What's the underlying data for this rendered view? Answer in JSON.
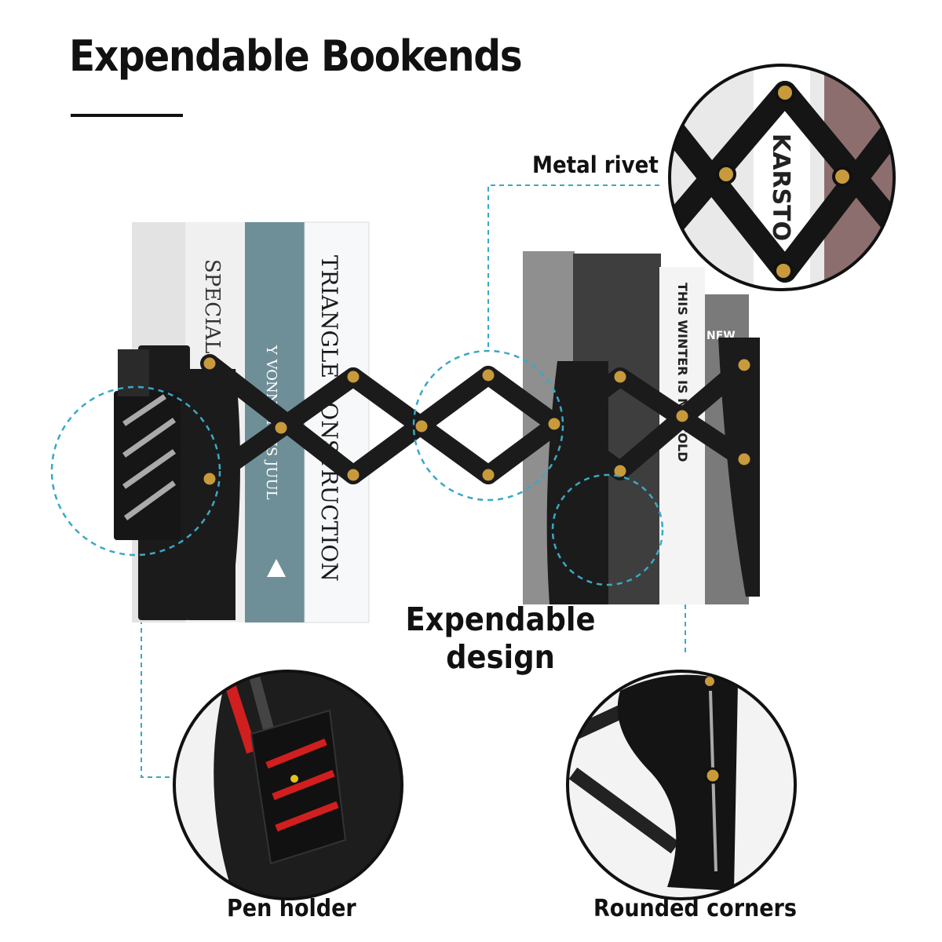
{
  "title": "Expendable Bookends",
  "callouts": {
    "metal_rivet": "Metal rivet",
    "design_line1": "Expendable",
    "design_line2": "design",
    "pen_holder": "Pen holder",
    "rounded_corners": "Rounded corners"
  },
  "book_spines": {
    "left_1": "SPECIAL IS",
    "left_2": "Y VONNE MUS JUUL",
    "left_3": "TRIANGLE CONSTRUCTION",
    "right_1": "THIS WINTER IS NO COLD",
    "right_2": "NEW",
    "zoom_text": "KARSTO"
  },
  "colors": {
    "metal": "#1b1b1b",
    "rivet": "#c89a3c",
    "dash": "#3aa8c4",
    "text": "#111111"
  }
}
